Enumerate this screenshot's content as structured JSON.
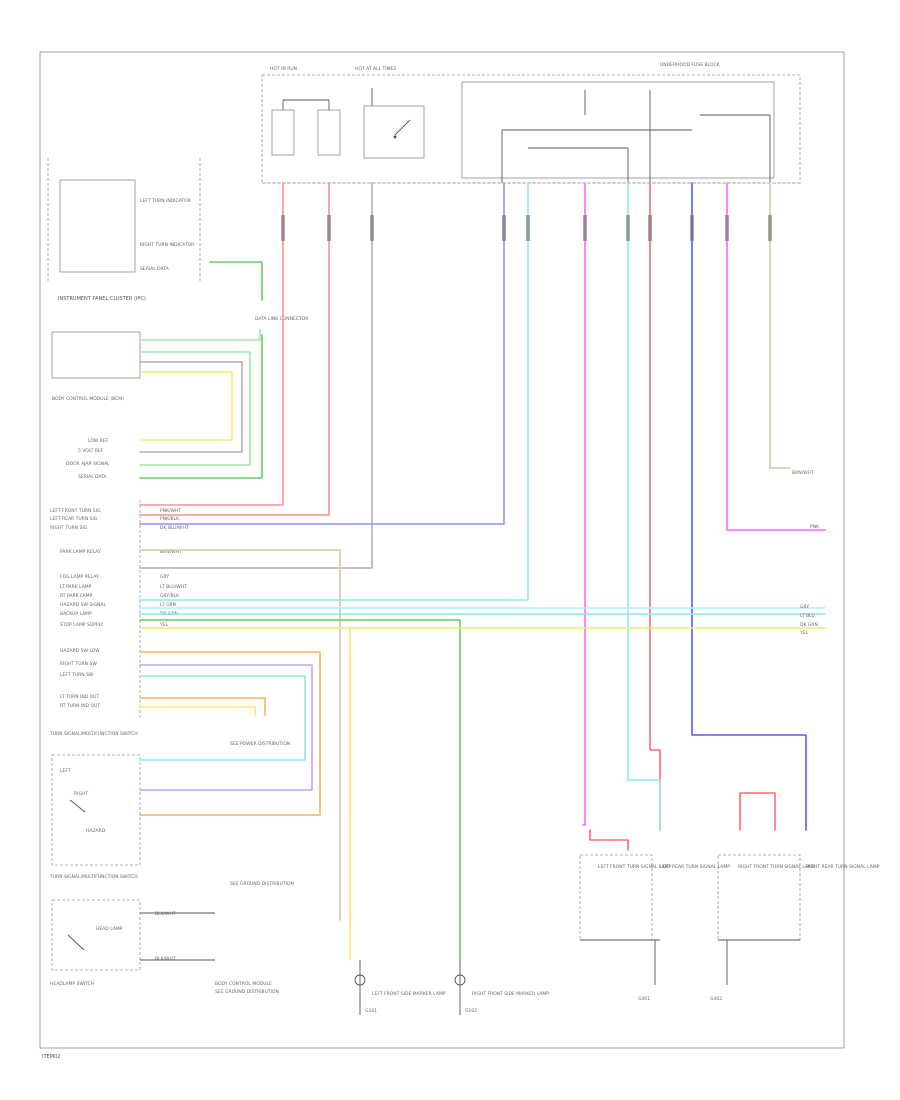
{
  "page_label": "ITEM02",
  "colors": {
    "pink": "#ff8f8f",
    "red": "#ff6b6b",
    "blue": "#8f8fff",
    "cyan": "#8fe8ee",
    "magenta": "#ff66ff",
    "tan": "#d9c7a0",
    "green": "#66cc66",
    "ltgreen": "#9fe89f",
    "orange": "#ffb055",
    "yellow": "#ffe66e",
    "gray": "#b0b0b0",
    "dkblue": "#5a5aff",
    "violet": "#c8a0ff",
    "ltblue": "#b8eaff"
  },
  "top": {
    "fuse_a_label": "HOT IN RUN",
    "fuse_b_label": "HOT AT ALL TIMES",
    "block_label": "UNDERHOOD FUSE BLOCK"
  },
  "cluster": {
    "rows": [
      "LEFT TURN INDICATOR",
      "RIGHT TURN INDICATOR",
      "SERIAL DATA"
    ],
    "title": "INSTRUMENT PANEL CLUSTER (IPC)"
  },
  "dlc": {
    "label": "DATA LINK CONNECTOR"
  },
  "bcm_top": {
    "rows": [
      "LOW REF",
      "5 VOLT REF",
      "DOOR AJAR SIGNAL",
      "SERIAL DATA"
    ],
    "title": "BODY CONTROL MODULE (BCM)"
  },
  "bcm_mid": {
    "rows": [
      "LEFT FRONT TURN SIG",
      "LEFT REAR TURN SIG",
      "RIGHT TURN SIG",
      "PARK LAMP RELAY",
      "FOG LAMP RELAY",
      "LT PARK LAMP",
      "RT PARK LAMP",
      "HAZARD SW SIGNAL",
      "BACKUP LAMP",
      "STOP LAMP SUPPLY"
    ],
    "wire_codes": [
      "PNK/WHT",
      "PNK/BLK",
      "DK BLU/WHT",
      "BRN/WHT",
      "GRY",
      "LT BLU/WHT",
      "GRY/BLK",
      "LT GRN",
      "DK GRN",
      "YEL"
    ]
  },
  "bcm_low": {
    "rows": [
      "HAZARD SW LOW",
      "RIGHT TURN SW",
      "LEFT TURN SW",
      "LT TURN IND OUT",
      "RT TURN IND OUT"
    ],
    "title": "TURN SIGNAL/MULTIFUNCTION SWITCH"
  },
  "switch_labels": [
    "RIGHT",
    "LEFT",
    "HAZARD",
    "TURN SIGNAL/MULTIFUNCTION SWITCH"
  ],
  "headlamp_switch": {
    "title": "HEADLAMP SWITCH",
    "inner": "HEAD LAMP"
  },
  "connectors": [
    "BLK/WHT",
    "BLK/WHT"
  ],
  "notes": {
    "n1": "SEE POWER DISTRIBUTION",
    "n2": "SEE GROUND DISTRIBUTION",
    "n3": "BODY CONTROL MODULE",
    "n4": "SEE GROUND DISTRIBUTION"
  },
  "lamps": [
    "LEFT FRONT TURN SIGNAL LAMP",
    "LEFT REAR TURN SIGNAL LAMP",
    "RIGHT FRONT TURN SIGNAL LAMP",
    "RIGHT REAR TURN SIGNAL LAMP"
  ],
  "bottom_lamps": [
    "LEFT FRONT SIDE MARKER LAMP",
    "RIGHT FRONT SIDE MARKER LAMP"
  ],
  "grounds": [
    "G101",
    "G102",
    "G401",
    "G402"
  ],
  "right_ref": [
    "BRN/WHT",
    "PNK"
  ],
  "bus_codes": [
    "GRY",
    "LT BLU",
    "DK GRN",
    "YEL"
  ]
}
